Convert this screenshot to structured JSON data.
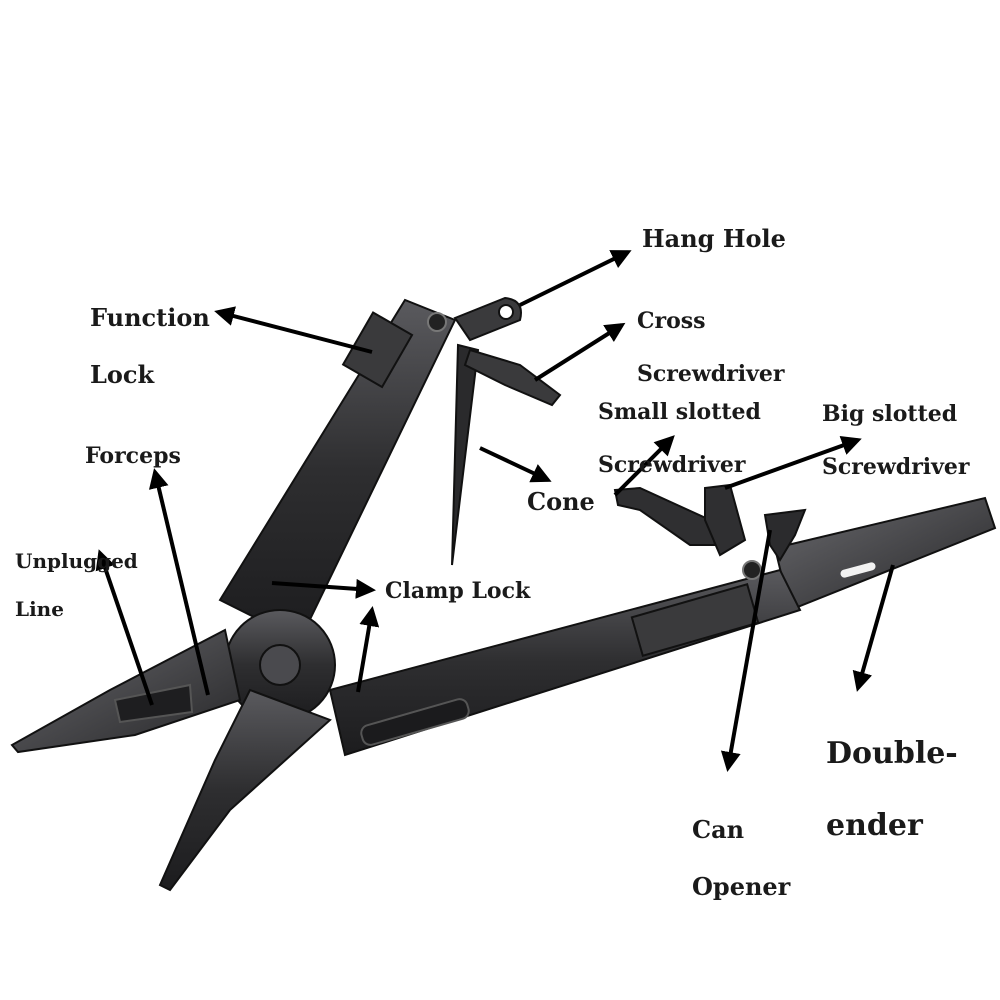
{
  "diagram": {
    "subject": "multitool pliers",
    "colors": {
      "background": "#ffffff",
      "tool": "#2e2e30",
      "tool_highlight": "#6a6a6e",
      "arrow": "#000000",
      "text": "#1a1a1a"
    },
    "labels": {
      "hang_hole": "Hang Hole",
      "function_lock": [
        "Function",
        "Lock"
      ],
      "cross_screwdriver": [
        "Cross",
        "Screwdriver"
      ],
      "small_slotted_screwdriver": [
        "Small slotted",
        "Screwdriver"
      ],
      "big_slotted_screwdriver": [
        "Big slotted",
        "Screwdriver"
      ],
      "forceps": "Forceps",
      "cone": "Cone",
      "unplugged_line": [
        "Unplugged",
        "Line"
      ],
      "clamp_lock": "Clamp Lock",
      "double_ender": [
        "Double-",
        "ender"
      ],
      "can_opener": [
        "Can",
        "Opener"
      ]
    }
  }
}
